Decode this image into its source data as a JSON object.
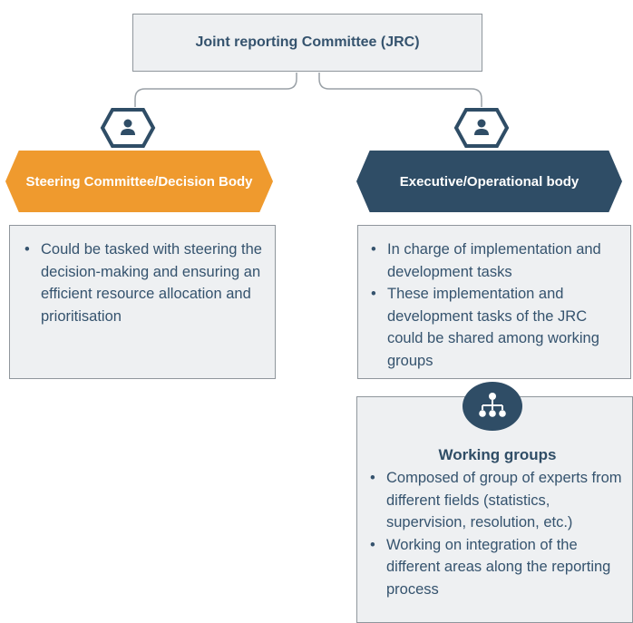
{
  "top": {
    "title": "Joint reporting Committee (JRC)"
  },
  "left": {
    "banner": "Steering Committee/Decision Body",
    "bullets": [
      "Could be tasked with steering the decision-making and ensuring an efficient resource allocation and prioritisation"
    ],
    "icon": "person-icon"
  },
  "right": {
    "banner": "Executive/Operational body",
    "bullets": [
      "In charge of implementation and development tasks",
      "These implementation and development tasks of the JRC could be shared among working groups"
    ],
    "icon": "person-icon"
  },
  "working_groups": {
    "title": "Working groups",
    "bullets": [
      "Composed of group of experts from different fields (statistics, supervision, resolution, etc.)",
      "Working on integration of the different areas along the reporting process"
    ],
    "icon": "org-chart-icon"
  },
  "colors": {
    "orange": "#ef9a2e",
    "navy": "#2f4d66",
    "text": "#35536e",
    "box_fill": "#eef0f2",
    "border": "#8f969c"
  }
}
